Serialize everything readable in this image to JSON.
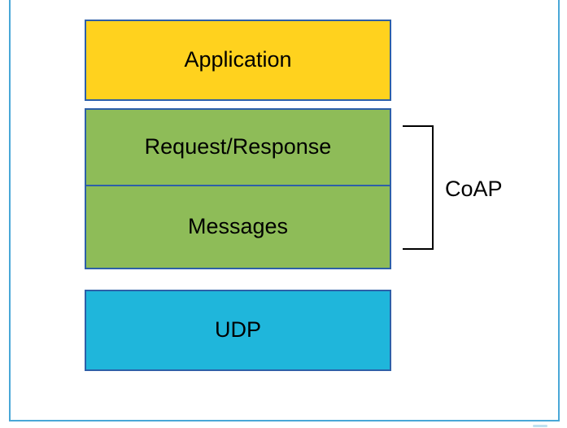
{
  "diagram": {
    "stack": [
      {
        "id": "application",
        "label": "Application",
        "fill": "#FFD21E"
      },
      {
        "id": "request-response",
        "label": "Request/Response",
        "fill": "#8EBC58"
      },
      {
        "id": "messages",
        "label": "Messages",
        "fill": "#8EBC58"
      },
      {
        "id": "udp",
        "label": "UDP",
        "fill": "#1FB6DB"
      }
    ],
    "bracket": {
      "label": "CoAP"
    },
    "colors": {
      "shape_border": "#2D5FA8",
      "page_frame_border": "#49A7D7",
      "bracket_line": "#000000",
      "text": "#000000",
      "background": "#ffffff"
    }
  }
}
